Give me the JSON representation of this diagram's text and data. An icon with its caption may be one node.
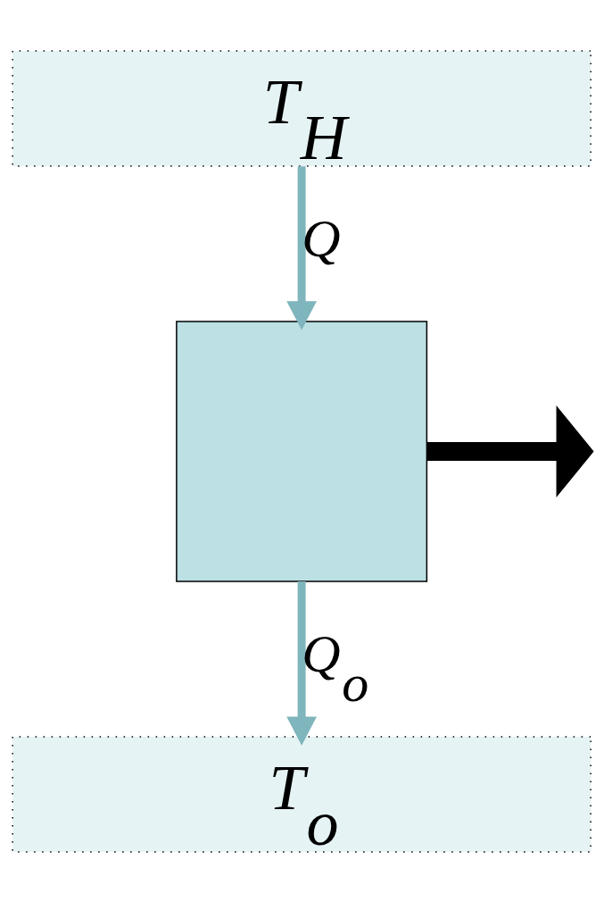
{
  "diagram": {
    "nodes": [
      {
        "text": [
          "T$_{H}$"
        ]
      },
      {
        "text": [],
        "shape": "box"
      },
      {
        "text": [
          "T$_{o}$"
        ]
      }
    ],
    "edges": [
      {
        "from": 0,
        "to": 1,
        "arrow": "to",
        "label": "Q"
      },
      {
        "from": 1,
        "to": 2,
        "arrow": "to",
        "label": "Q$_{o}$"
      },
      {
        "from": 1,
        "to": null,
        "arrow": "to",
        "style": "thick",
        "color": "#000000"
      }
    ]
  }
}
